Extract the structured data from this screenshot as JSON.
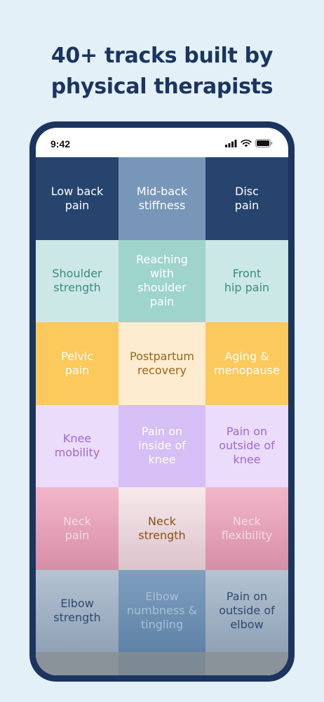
{
  "headline": {
    "line1": "40+ tracks built by",
    "line2": "physical therapists"
  },
  "status_bar": {
    "time": "9:42",
    "icons": [
      "signal-icon",
      "wifi-icon",
      "battery-icon"
    ]
  },
  "tiles": [
    {
      "label": "Low back\npain",
      "bg": "#27446e",
      "fg": "#ffffff"
    },
    {
      "label": "Mid-back\nstiffness",
      "bg": "#7896b8",
      "fg": "#ffffff"
    },
    {
      "label": "Disc\npain",
      "bg": "#27446e",
      "fg": "#ffffff"
    },
    {
      "label": "Shoulder\nstrength",
      "bg": "#cce8e6",
      "fg": "#3a8a82"
    },
    {
      "label": "Reaching\nwith\nshoulder\npain",
      "bg": "#9fd4cd",
      "fg": "#ffffff"
    },
    {
      "label": "Front\nhip pain",
      "bg": "#cce8e6",
      "fg": "#3a8a82"
    },
    {
      "label": "Pelvic\npain",
      "bg": "#fcc95c",
      "fg": "#ffffff"
    },
    {
      "label": "Postpartum\nrecovery",
      "bg": "#fdecd0",
      "fg": "#9a6418"
    },
    {
      "label": "Aging &\nmenopause",
      "bg": "#fcc95c",
      "fg": "#ffffff"
    },
    {
      "label": "Knee\nmobility",
      "bg": "#ecdcfb",
      "fg": "#9b6ad4"
    },
    {
      "label": "Pain on\ninside of\nknee",
      "bg": "#d6bff4",
      "fg": "#ffffff"
    },
    {
      "label": "Pain on\noutside of\nknee",
      "bg": "#ecdcfb",
      "fg": "#9b6ad4"
    },
    {
      "label": "Neck\npain",
      "bg": "linear-gradient(#f3b6c9, #d68ea8)",
      "fg": "#f3dbe3"
    },
    {
      "label": "Neck\nstrength",
      "bg": "linear-gradient(#f6e9ec, #dcc3cb)",
      "fg": "#8a5212"
    },
    {
      "label": "Neck\nflexibility",
      "bg": "linear-gradient(#f3b6c9, #d68ea8)",
      "fg": "#f3dbe3"
    },
    {
      "label": "Elbow\nstrength",
      "bg": "linear-gradient(#b4c3d3, #8fa1b5)",
      "fg": "#2b4a72"
    },
    {
      "label": "Elbow\nnumbness &\ntingling",
      "bg": "linear-gradient(#7e9fbf, #5f82a6)",
      "fg": "#a9bfd5"
    },
    {
      "label": "Pain on\noutside of\nelbow",
      "bg": "linear-gradient(#b4c3d3, #8fa1b5)",
      "fg": "#2b4a72"
    }
  ]
}
